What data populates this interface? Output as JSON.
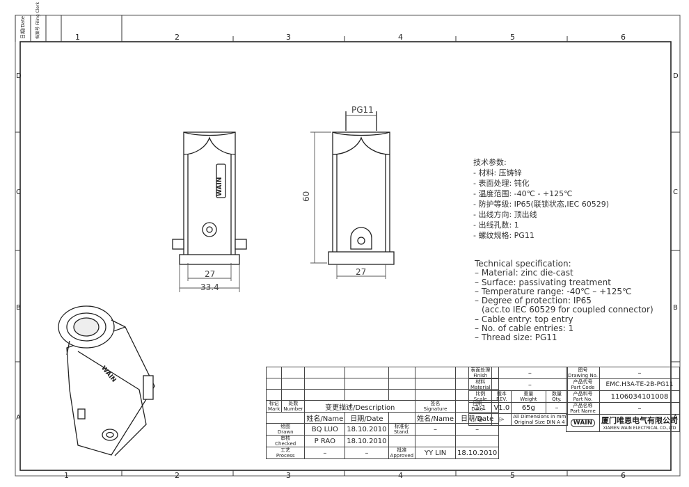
{
  "frame": {
    "zones_top": [
      "1",
      "2",
      "3",
      "4",
      "5",
      "6"
    ],
    "zones_side": [
      "D",
      "C",
      "B",
      "A"
    ],
    "corner_cells": [
      "日期/Date",
      "档案号 Filing Clerk"
    ]
  },
  "dims": {
    "width_inner": "27",
    "width_outer": "33.4",
    "height": "60",
    "thread_top": "PG11",
    "width_side": "27"
  },
  "specs_cn": {
    "heading": "技术参数:",
    "lines": [
      "- 材料: 压铸锌",
      "- 表面处理: 钝化",
      "- 温度范围: -40℃ - +125℃",
      "- 防护等级: IP65(联锁状态,IEC 60529)",
      "- 出线方向: 顶出线",
      "- 出线孔数: 1",
      "- 螺纹规格: PG11"
    ]
  },
  "specs_en": {
    "heading": "Technical specification:",
    "lines": [
      "– Material: zinc die-cast",
      "– Surface: passivating treatment",
      "– Temperature range: -40℃ – +125℃",
      "– Degree of protection: IP65",
      "(acc.to IEC 60529 for coupled connector)",
      "– Cable entry: top entry",
      "– No. of cable entries: 1",
      "– Thread size: PG11"
    ]
  },
  "logo_text": "WAIN",
  "title_block": {
    "mark_cn": "标记",
    "mark_en": "Mark",
    "number_cn": "处数",
    "number_en": "Number",
    "desc": "变更描述/Description",
    "sig_cn": "签名",
    "sig_en": "Signature",
    "date_cn": "日期",
    "date_en": "Date",
    "name_h1": "姓名/Name",
    "date_h1": "日期/Date",
    "name_h2": "姓名/Name",
    "date_h2": "日期/Date",
    "drawn_cn": "绘图",
    "drawn_en": "Drawn",
    "drawn_name": "BQ LUO",
    "drawn_date": "18.10.2010",
    "stand_cn": "标准化",
    "stand_en": "Stand.",
    "stand_name": "–",
    "stand_date": "–",
    "checked_cn": "审核",
    "checked_en": "Checked",
    "checked_name": "P RAO",
    "checked_date": "18.10.2010",
    "process_cn": "工艺",
    "process_en": "Process",
    "process_name": "–",
    "process_date": "–",
    "approved_cn": "批准",
    "approved_en": "Approved",
    "approved_name": "YY LIN",
    "approved_date": "18.10.2010",
    "finish_cn": "表面处理",
    "finish_en": "Finish",
    "finish_val": "–",
    "material_cn": "材料",
    "material_en": "Material",
    "material_val": "–",
    "scale_cn": "比例",
    "scale_en": "Scale",
    "scale_val": "1:1",
    "rev_cn": "版本",
    "rev_en": "REV.",
    "rev_val": "V1.0",
    "weight_cn": "重量",
    "weight_en": "Weight",
    "weight_val": "65g",
    "qty_cn": "数量",
    "qty_en": "Qty.",
    "qty_val": "–",
    "dims_note_1": "All Dimensions in mm",
    "dims_note_2": "Original Size DIN A 4",
    "drawing_no_cn": "图号",
    "drawing_no_en": "Drawing No.",
    "drawing_no_val": "–",
    "part_code_cn": "产品代号",
    "part_code_en": "Part Code",
    "part_code_val": "EMC.H3A-TE-2B-PG11",
    "part_no_cn": "产品料号",
    "part_no_en": "Part No.",
    "part_no_val": "1106034101008",
    "part_name_cn": "产品名称",
    "part_name_en": "Part Name",
    "part_name_val": "–",
    "company_cn": "厦门唯恩电气有限公司",
    "company_en": "XIAMEN WAIN ELECTRICAL CO.,LTD",
    "logo": "WAIN"
  }
}
